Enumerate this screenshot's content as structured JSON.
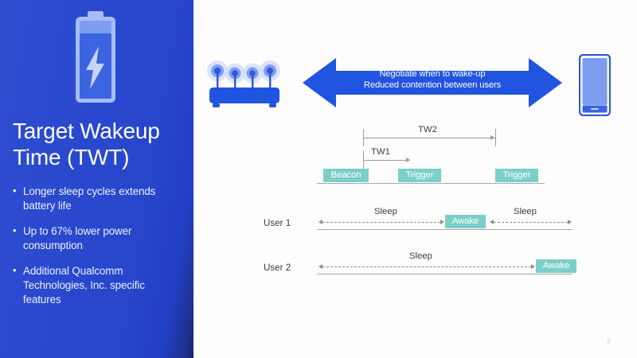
{
  "slide": {
    "page_number": "3",
    "colors": {
      "panel_blue": "#2a49cf",
      "panel_edge_navy": "#16246b",
      "arrow_blue": "#2155e0",
      "block_teal": "#7ccfc9",
      "baseline_gray": "#a8a8a8"
    }
  },
  "sidebar": {
    "icon": "battery-charging-icon",
    "title": "Target Wakeup Time (TWT)",
    "bullets": [
      "Longer sleep cycles extends battery life",
      "Up to 67% lower power consumption",
      "Additional Qualcomm Technologies, Inc. specific features"
    ]
  },
  "diagram": {
    "router_icon": "wifi-router-icon",
    "phone_icon": "smartphone-icon",
    "negotiate_arrow": {
      "line1": "Negotiate when to wake-up",
      "line2": "Reduced contention between users"
    },
    "measurements": [
      {
        "name": "TW2",
        "label": "TW2"
      },
      {
        "name": "TW1",
        "label": "TW1"
      }
    ],
    "frame_blocks": [
      {
        "label": "Beacon"
      },
      {
        "label": "Trigger"
      },
      {
        "label": "Trigger"
      }
    ],
    "users": [
      {
        "label": "User 1",
        "segments": [
          {
            "type": "sleep",
            "label": "Sleep"
          },
          {
            "type": "awake",
            "label": "Awake"
          },
          {
            "type": "sleep",
            "label": "Sleep"
          }
        ]
      },
      {
        "label": "User 2",
        "segments": [
          {
            "type": "sleep",
            "label": "Sleep"
          },
          {
            "type": "awake",
            "label": "Awake"
          }
        ]
      }
    ]
  }
}
